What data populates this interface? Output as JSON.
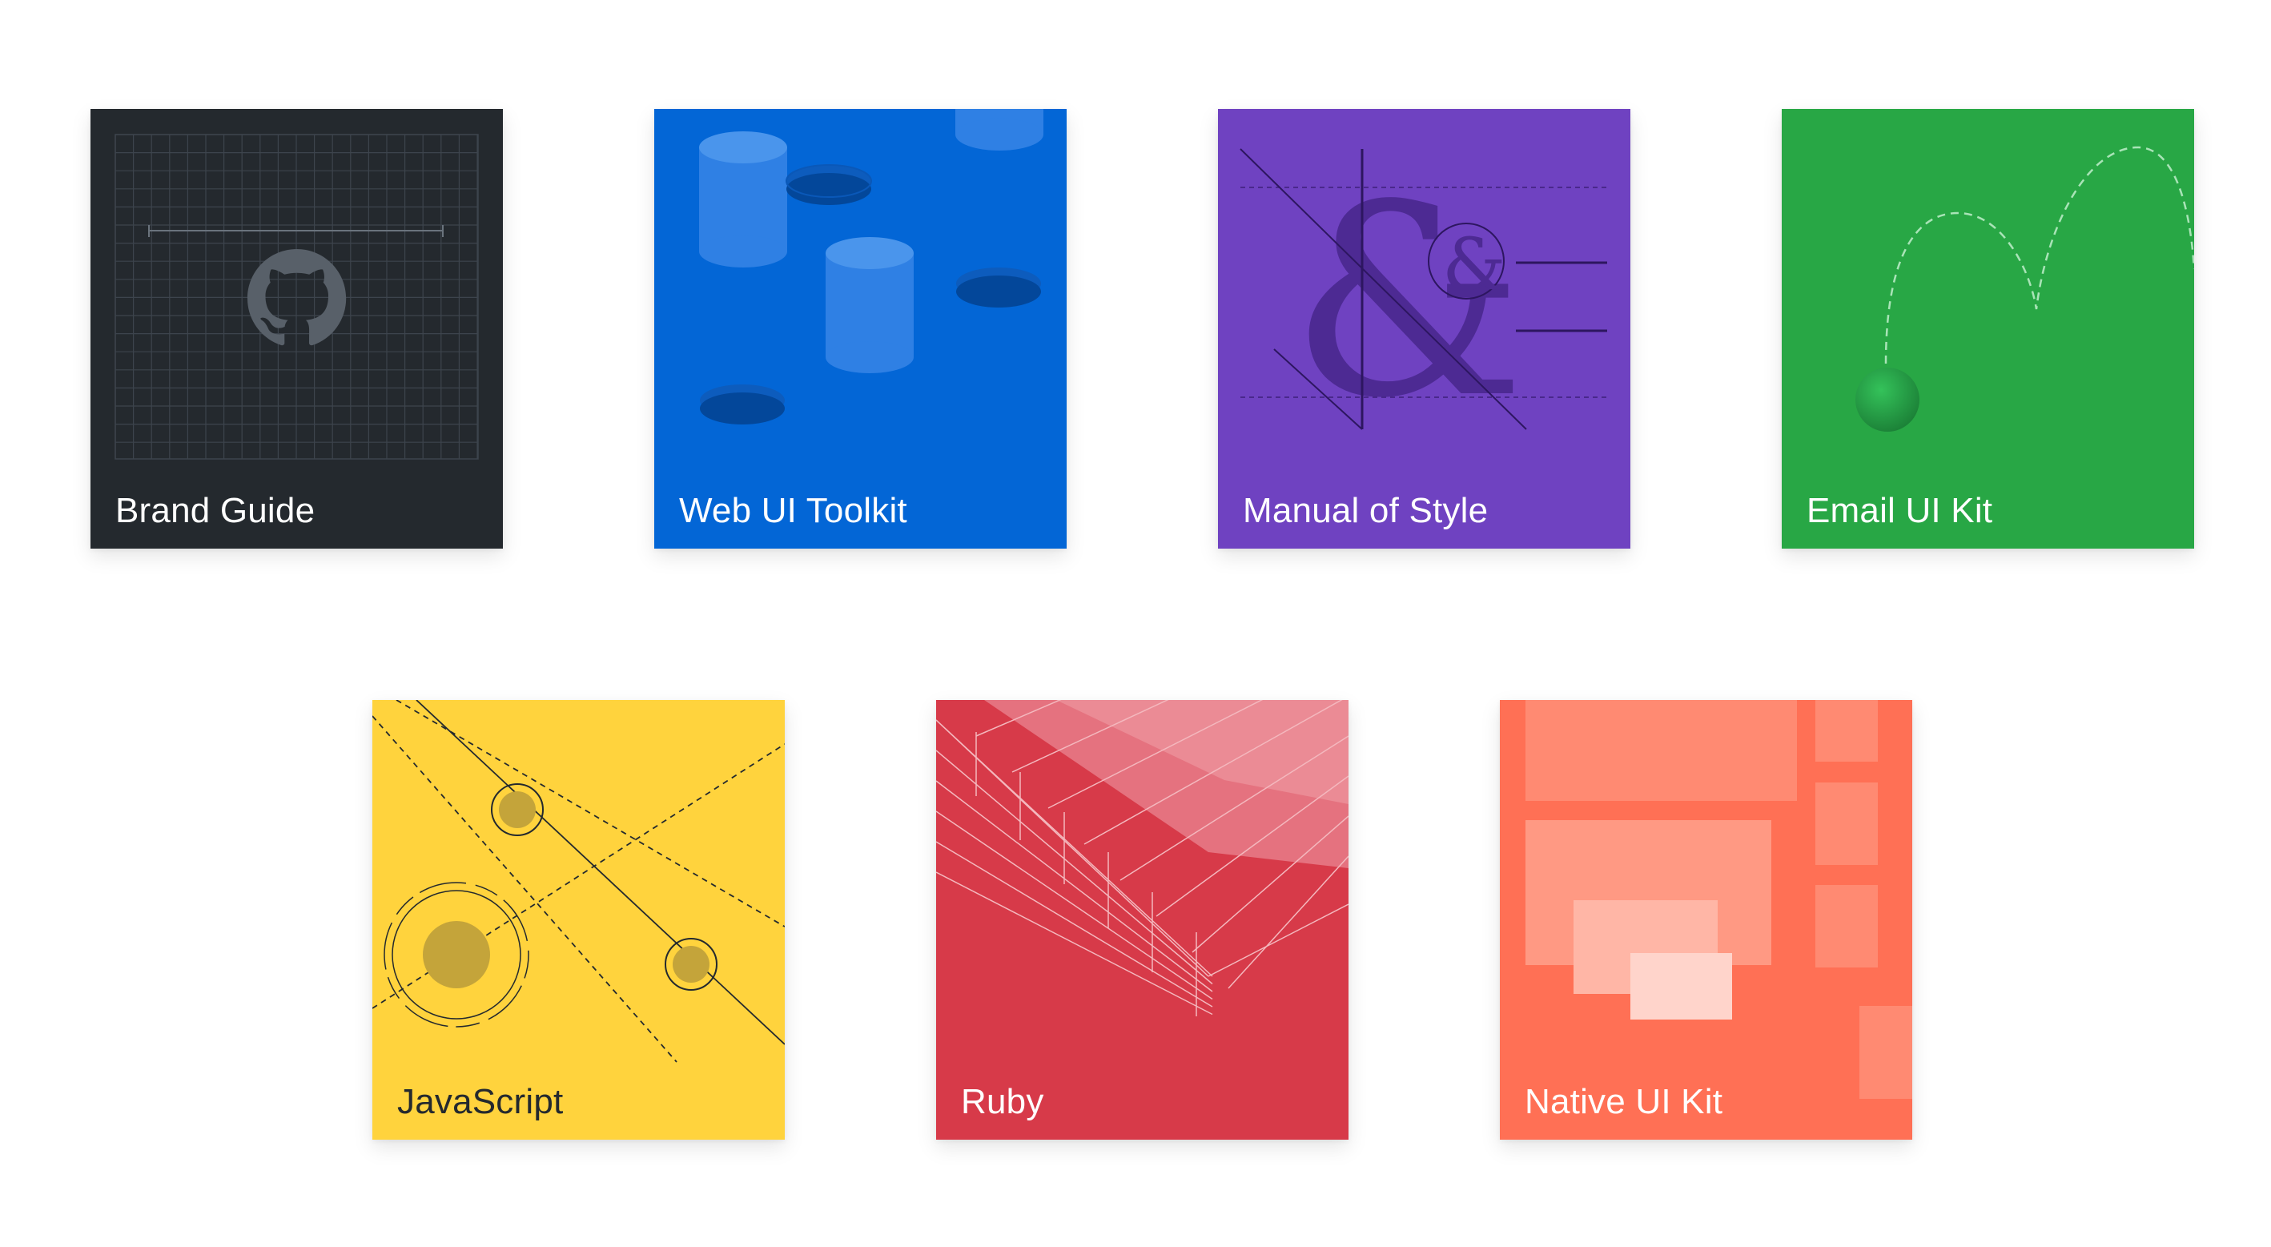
{
  "cards": [
    {
      "label": "Brand Guide",
      "color": "#24292e",
      "icon": "github-octocat-grid-icon"
    },
    {
      "label": "Web UI Toolkit",
      "color": "#0366d6",
      "icon": "cylinders-icon"
    },
    {
      "label": "Manual of Style",
      "color": "#6f42c1",
      "icon": "ampersand-typography-icon"
    },
    {
      "label": "Email UI Kit",
      "color": "#28a745",
      "icon": "bouncing-ball-icon"
    },
    {
      "label": "JavaScript",
      "color": "#ffd33d",
      "icon": "orbit-lines-icon"
    },
    {
      "label": "Ruby",
      "color": "#d73a49",
      "icon": "isometric-grid-icon"
    },
    {
      "label": "Native UI Kit",
      "color": "#ff7055",
      "icon": "layered-rectangles-icon"
    }
  ],
  "art": {
    "style_glyph_large": "&",
    "style_glyph_small": "&"
  }
}
